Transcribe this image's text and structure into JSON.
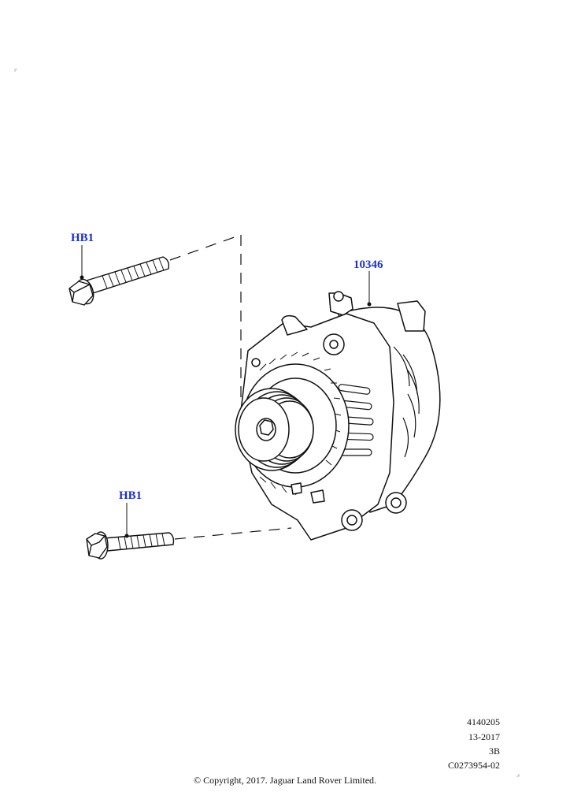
{
  "callouts": {
    "bolt_upper": "HB1",
    "alternator": "10346",
    "bolt_lower": "HB1"
  },
  "meta": {
    "illustration_no": "4140205",
    "date": "13-2017",
    "revision": "3B",
    "ref_code": "C0273954-02"
  },
  "copyright": "© Copyright, 2017. Jaguar Land Rover Limited.",
  "colors": {
    "callout_text": "#1a2fd6",
    "line_art": "#111111"
  }
}
